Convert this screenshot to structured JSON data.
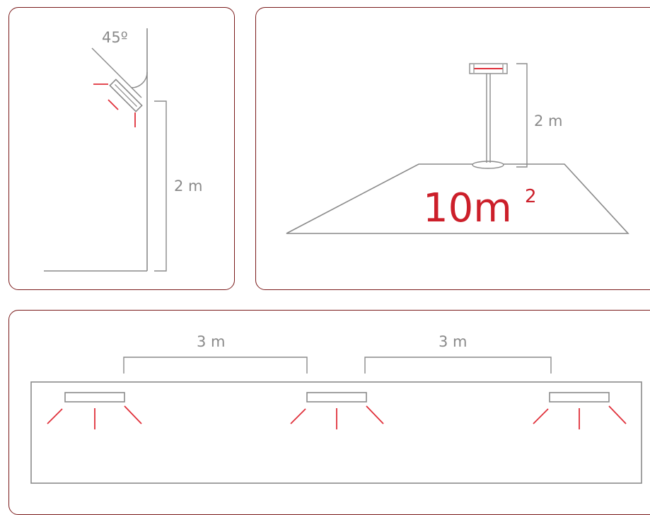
{
  "colors": {
    "frame": "#7a1a1a",
    "line": "#8a8a8a",
    "heat_ray": "#e0303a",
    "area_text": "#cc1f2a"
  },
  "wall_mount": {
    "angle_label": "45º",
    "height_label": "2 m"
  },
  "floor_stand": {
    "height_label": "2 m",
    "area_value": "10m",
    "area_unit_sup": "2"
  },
  "ceiling_mount": {
    "spacing_labels": [
      "3 m",
      "3 m"
    ],
    "heater_count": 3
  }
}
